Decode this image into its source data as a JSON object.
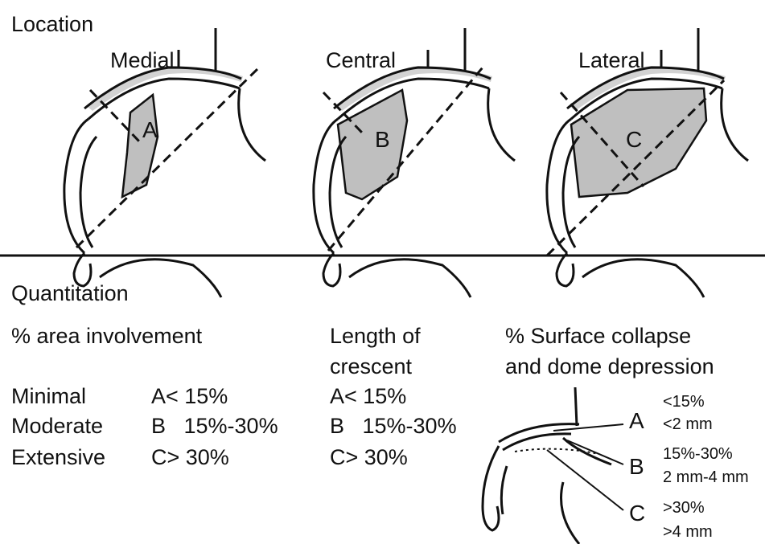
{
  "location": {
    "title": "Location",
    "panels": [
      {
        "label": "Medial",
        "letter": "A"
      },
      {
        "label": "Central",
        "letter": "B"
      },
      {
        "label": "Lateral",
        "letter": "C"
      }
    ]
  },
  "quantitation": {
    "title": "Quantitation",
    "area": {
      "header": "% area involvement",
      "rows": [
        {
          "grade": "Minimal",
          "value": "A< 15%"
        },
        {
          "grade": "Moderate",
          "value": "B   15%-30%"
        },
        {
          "grade": "Extensive",
          "value": "C> 30%"
        }
      ]
    },
    "crescent": {
      "header_line1": "Length of",
      "header_line2": "crescent",
      "values": [
        "A< 15%",
        "B   15%-30%",
        "C> 30%"
      ]
    },
    "collapse": {
      "header_line1": "% Surface collapse",
      "header_line2": "and dome depression",
      "levels": [
        {
          "letter": "A",
          "pct": "<15%",
          "depth": "<2 mm"
        },
        {
          "letter": "B",
          "pct": "15%-30%",
          "depth": "2 mm-4 mm"
        },
        {
          "letter": "C",
          "pct": ">30%",
          "depth": ">4 mm"
        }
      ]
    }
  }
}
